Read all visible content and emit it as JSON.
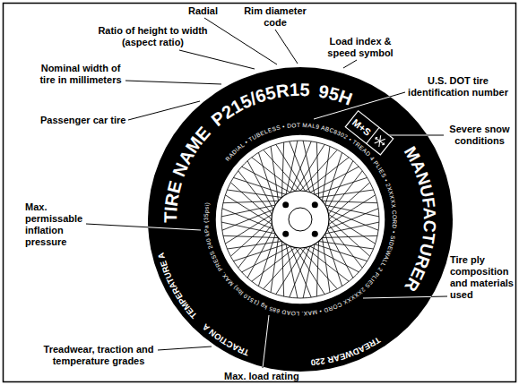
{
  "diagram": {
    "labels": [
      "Radial",
      "Rim diameter code",
      "Ratio of height to width (aspect ratio)",
      "Load index & speed symbol",
      "Nominal width of tire in millimeters",
      "U.S. DOT tire identification number",
      "Passenger car tire",
      "Severe snow conditions",
      "Max. permissable inflation pressure",
      "Tire ply composition and materials used",
      "Treadwear, traction and temperature grades",
      "Max. load rating",
      "TIRE NAME",
      "P215/65R15",
      "95H",
      "M+S",
      "MANUFACTURER",
      "RADIAL • TUBELESS • DOT MAL9 ABC8302 • TREAD 4 PLIES • 2XXXXX CORD • SIDEWALL 2 PLIES 2XXXXX CORD • MAX. LOAD 685 kg (1510 lbs) MAX. PRESS 240 kPa (35psi)",
      "TREADWEAR 220",
      "TRACTION A",
      "TEMPERATURE A"
    ]
  }
}
